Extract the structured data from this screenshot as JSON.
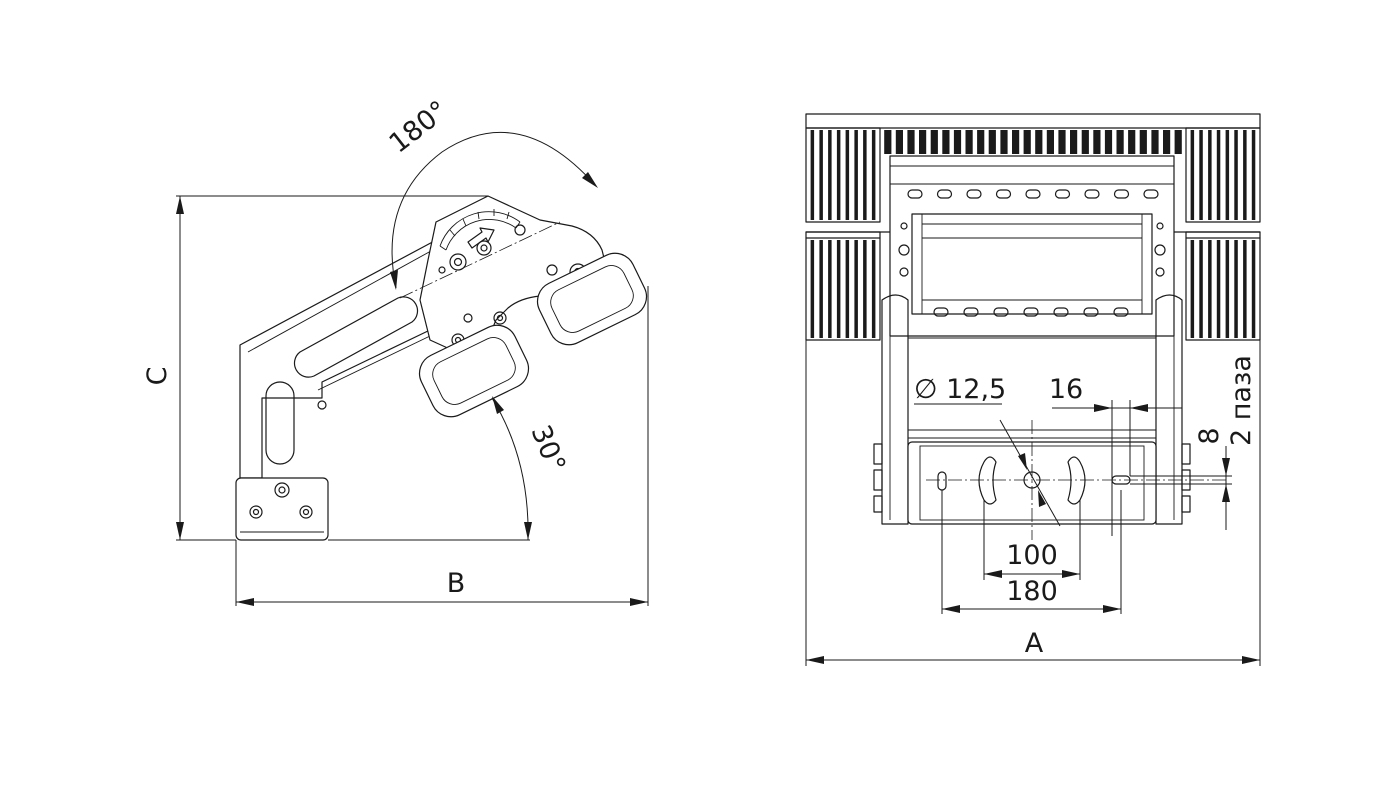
{
  "side_view": {
    "dim_height": "C",
    "dim_width": "B",
    "rotation_angle": "180°",
    "tilt_angle": "30°"
  },
  "front_view": {
    "dim_width": "A",
    "hole_diameter": "∅ 12,5",
    "slot_length": "16",
    "slot_width": "8",
    "slot_count": "2 паза",
    "hole_spacing_inner": "100",
    "hole_spacing_outer": "180"
  }
}
